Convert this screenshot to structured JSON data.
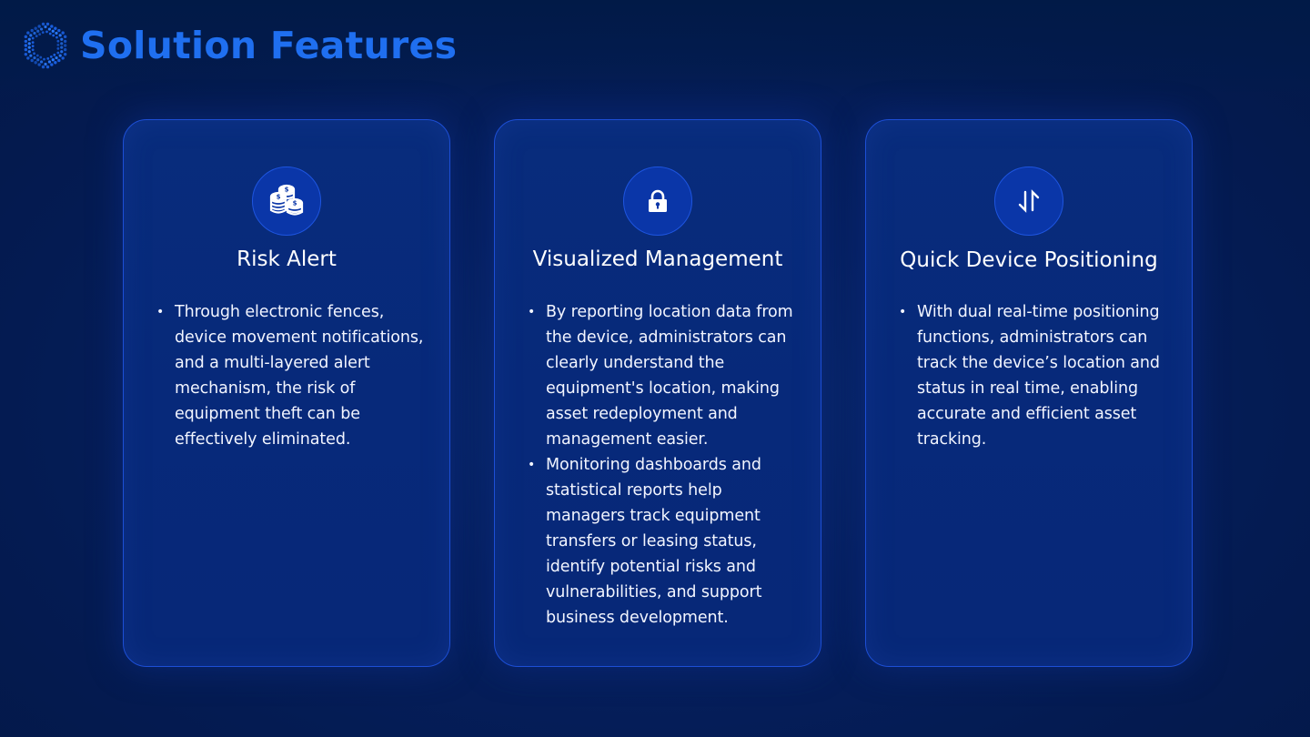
{
  "header": {
    "title": "Solution Features",
    "logo_icon": "dotted-hexagon-logo-icon"
  },
  "colors": {
    "accent": "#1f6ff0",
    "background": "#041b52",
    "card_background": "#07297a",
    "card_border": "#1d4fd6",
    "icon_circle": "#0a36a8",
    "text": "#ffffff"
  },
  "cards": [
    {
      "icon": "coins-icon",
      "title": "Risk Alert",
      "bullets": [
        "Through electronic fences, device movement notifications, and a multi-layered alert mechanism, the risk of equipment theft can be effectively eliminated."
      ]
    },
    {
      "icon": "lock-icon",
      "title": "Visualized Management",
      "bullets": [
        "By reporting location data from the device, administrators can clearly understand the equipment's location, making asset redeployment and management easier.",
        "Monitoring dashboards and statistical reports help managers track equipment transfers or leasing status, identify potential risks and vulnerabilities, and support business development."
      ]
    },
    {
      "icon": "up-down-arrows-icon",
      "title": "Quick Device Positioning",
      "bullets": [
        "With dual real-time positioning functions, administrators can track the device’s location and status in real time, enabling accurate and efficient asset tracking."
      ]
    }
  ]
}
